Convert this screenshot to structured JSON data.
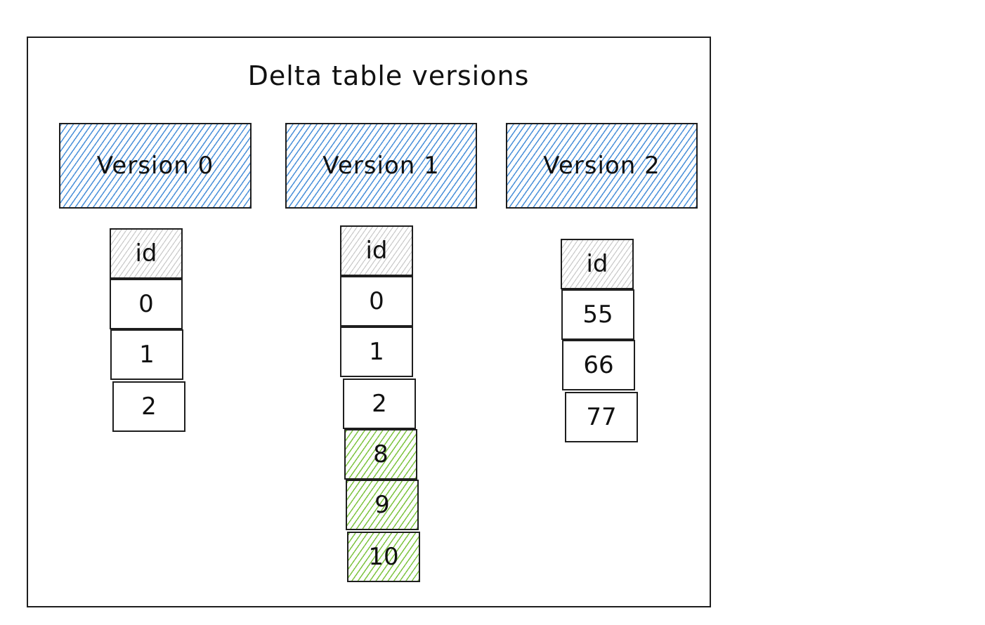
{
  "diagram": {
    "title": "Delta table versions",
    "colors": {
      "version_hatch": "#4a90d9",
      "header_hatch": "#c9c9c9",
      "added_hatch": "#7ec441",
      "stroke": "#1e1e1e"
    },
    "versions": [
      {
        "label": "Version 0",
        "column_header": "id",
        "rows": [
          {
            "value": "0",
            "added": false
          },
          {
            "value": "1",
            "added": false
          },
          {
            "value": "2",
            "added": false
          }
        ]
      },
      {
        "label": "Version 1",
        "column_header": "id",
        "rows": [
          {
            "value": "0",
            "added": false
          },
          {
            "value": "1",
            "added": false
          },
          {
            "value": "2",
            "added": false
          },
          {
            "value": "8",
            "added": true
          },
          {
            "value": "9",
            "added": true
          },
          {
            "value": "10",
            "added": true
          }
        ]
      },
      {
        "label": "Version 2",
        "column_header": "id",
        "rows": [
          {
            "value": "55",
            "added": false
          },
          {
            "value": "66",
            "added": false
          },
          {
            "value": "77",
            "added": false
          }
        ]
      }
    ]
  }
}
